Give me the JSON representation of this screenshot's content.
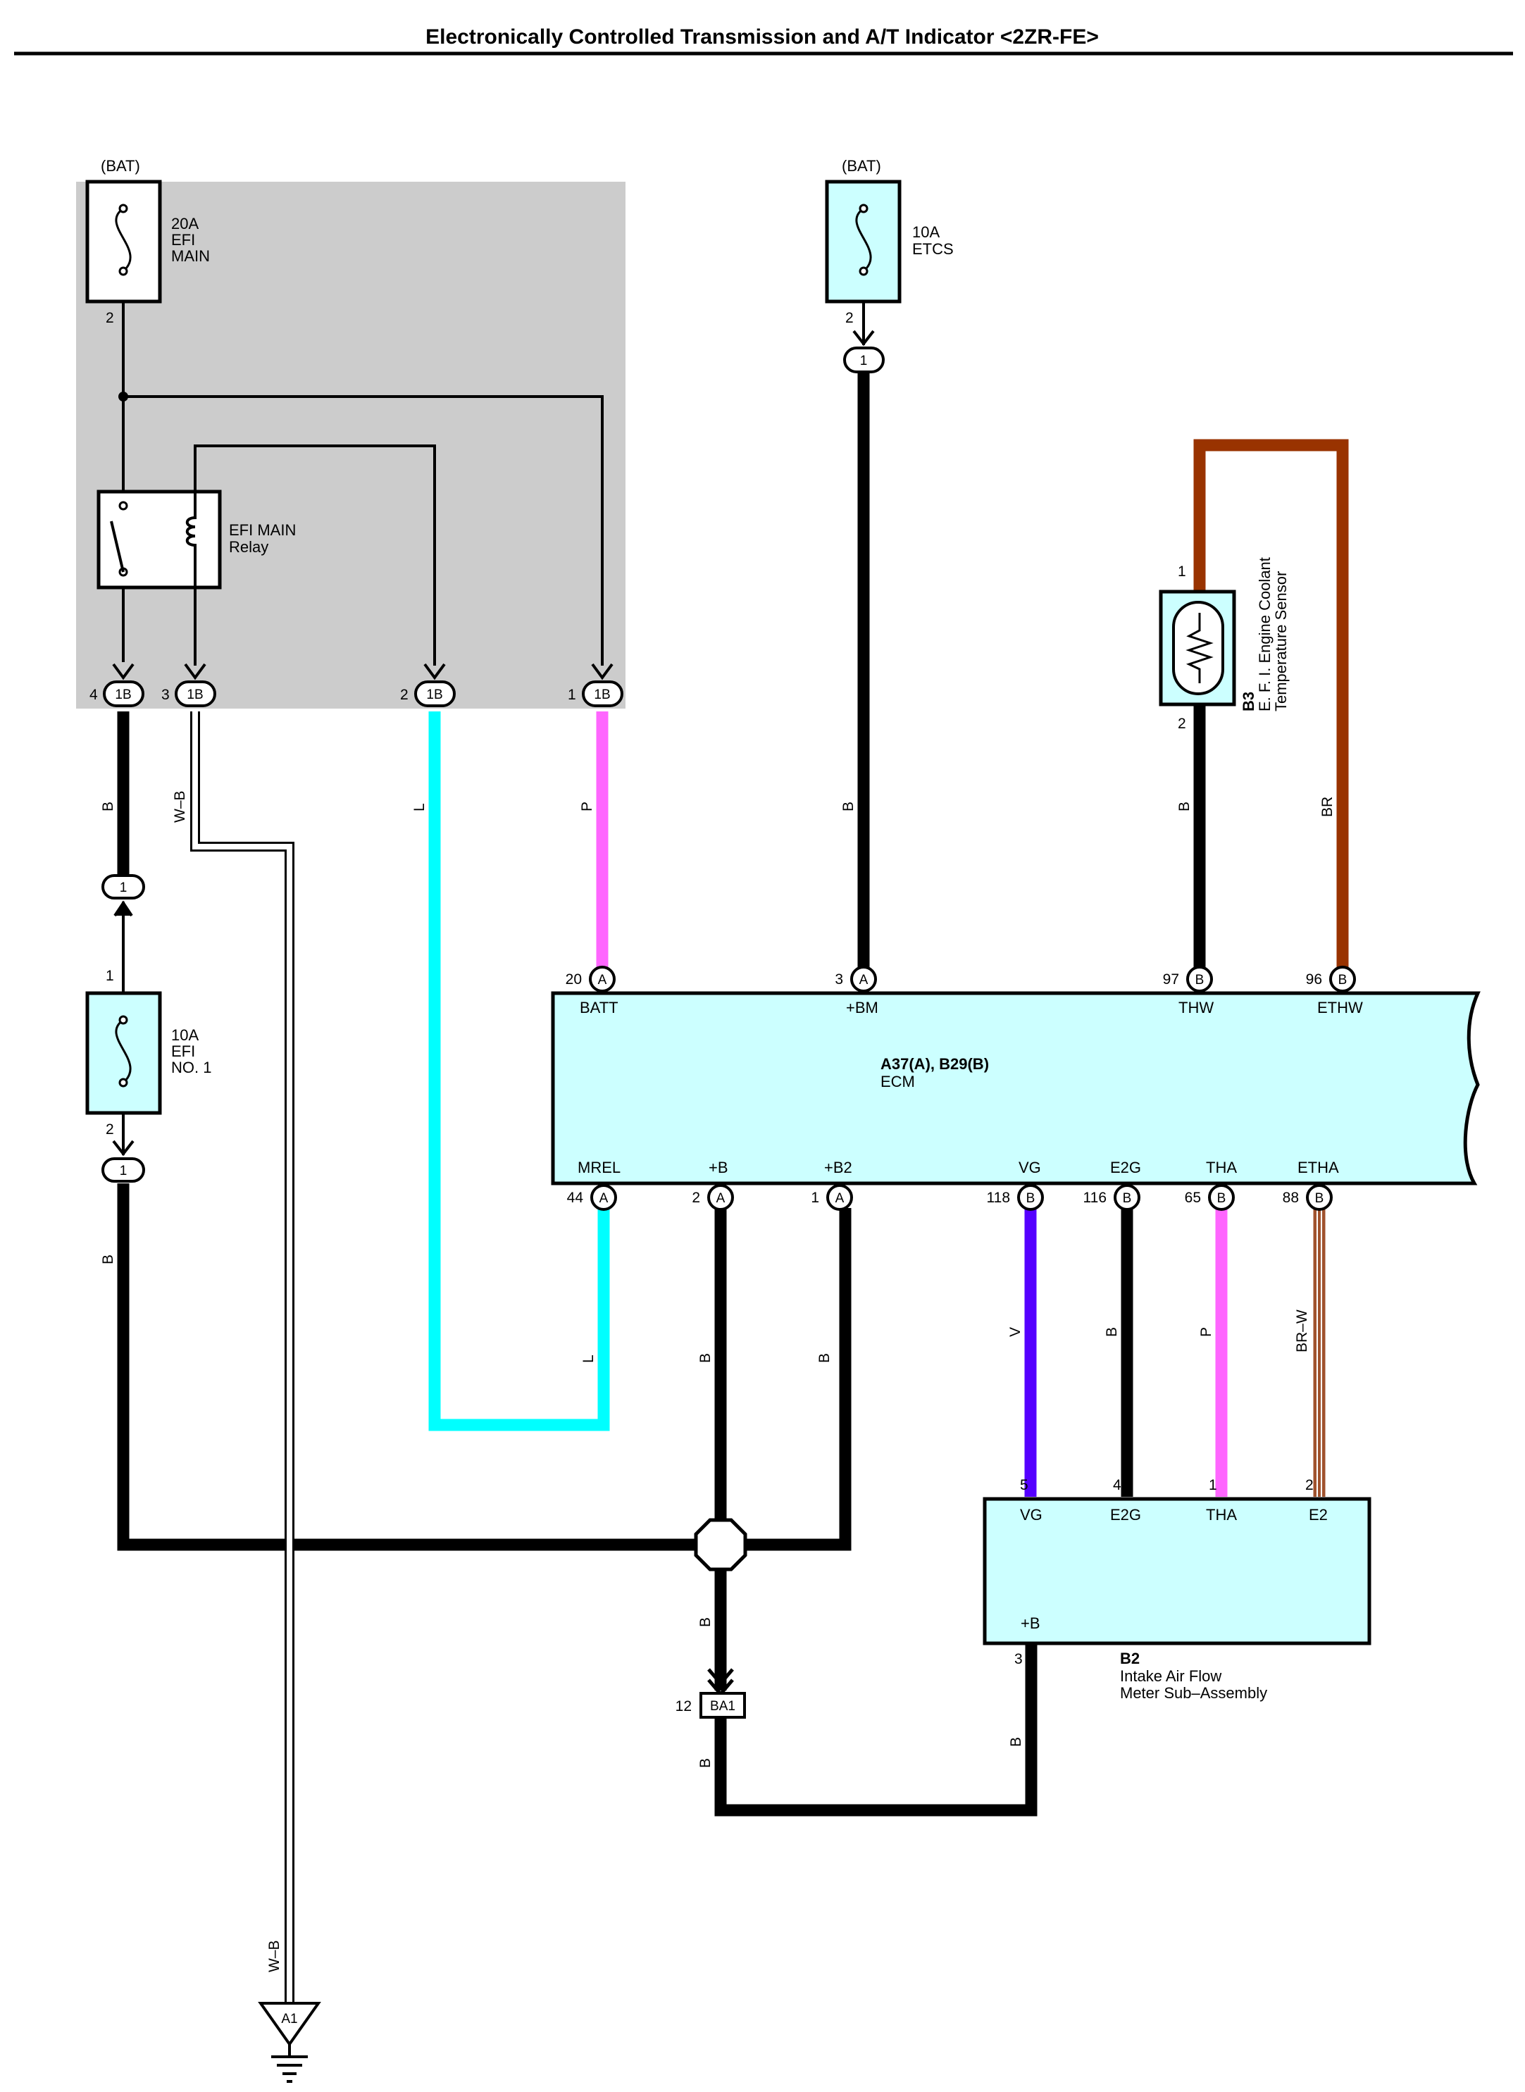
{
  "title": "Electronically Controlled Transmission and A/T Indicator <2ZR-FE>",
  "colors": {
    "relay_box": "#cccccc",
    "component_fill": "#ccffff",
    "wire_B": "#000000",
    "wire_L": "#00ffff",
    "wire_P": "#ff66ff",
    "wire_BR": "#993300",
    "wire_V": "#5500ff",
    "wire_BR_W": "#a0522d",
    "wire_W_B": "#ffffff"
  },
  "labels": {
    "bat1": "(BAT)",
    "bat2": "(BAT)",
    "fuse_efi_main": [
      "20A",
      "EFI",
      "MAIN"
    ],
    "fuse_etcs": [
      "10A",
      "ETCS"
    ],
    "fuse_efi_no1": [
      "10A",
      "EFI",
      "NO. 1"
    ],
    "relay": [
      "EFI MAIN",
      "Relay"
    ],
    "sensor_code": "B3",
    "sensor_name": [
      "E. F. I.  Engine Coolant",
      "Temperature Sensor"
    ],
    "ecm_code": "A37(A), B29(B)",
    "ecm_name": "ECM",
    "maf_code": "B2",
    "maf_name": [
      "Intake Air Flow",
      "Meter Sub–Assembly"
    ],
    "ground": "A1",
    "junction_ba1": "BA1"
  },
  "ecm_terminals": {
    "top": [
      {
        "pin": "20",
        "conn": "A",
        "name": "BATT"
      },
      {
        "pin": "3",
        "conn": "A",
        "name": "+BM"
      },
      {
        "pin": "97",
        "conn": "B",
        "name": "THW"
      },
      {
        "pin": "96",
        "conn": "B",
        "name": "ETHW"
      }
    ],
    "bottom": [
      {
        "pin": "44",
        "conn": "A",
        "name": "MREL"
      },
      {
        "pin": "2",
        "conn": "A",
        "name": "+B"
      },
      {
        "pin": "1",
        "conn": "A",
        "name": "+B2"
      },
      {
        "pin": "118",
        "conn": "B",
        "name": "VG"
      },
      {
        "pin": "116",
        "conn": "B",
        "name": "E2G"
      },
      {
        "pin": "65",
        "conn": "B",
        "name": "THA"
      },
      {
        "pin": "88",
        "conn": "B",
        "name": "ETHA"
      }
    ]
  },
  "maf_terminals": [
    {
      "pin": "5",
      "name": "VG"
    },
    {
      "pin": "4",
      "name": "E2G"
    },
    {
      "pin": "1",
      "name": "THA"
    },
    {
      "pin": "2",
      "name": "E2"
    },
    {
      "pin": "3",
      "name": "+B"
    }
  ],
  "relay_connectors": [
    {
      "pin": "4",
      "conn": "1B"
    },
    {
      "pin": "3",
      "conn": "1B"
    },
    {
      "pin": "2",
      "conn": "1B"
    },
    {
      "pin": "1",
      "conn": "1B"
    }
  ],
  "pins": {
    "efi_main_out": "2",
    "etcs_out": "2",
    "etcs_conn": "1",
    "efi_no1_in": "1",
    "efi_no1_out": "2",
    "inline_conn_1": "1",
    "inline_conn_2": "1",
    "sensor_pin1": "1",
    "sensor_pin2": "2",
    "ba1_pin": "12"
  },
  "wire_codes": {
    "relay4": "B",
    "relay3": "W–B",
    "relay2": "L",
    "relay1": "P",
    "etcs": "B",
    "thw": "B",
    "ethw": "BR",
    "efi_no1_out": "B",
    "mrel": "L",
    "plus_b": "B",
    "plus_b2": "B",
    "vg": "V",
    "e2g": "B",
    "tha": "P",
    "etha": "BR–W",
    "ba1_in": "B",
    "ba1_out": "B",
    "maf_b": "B",
    "ground": "W–B"
  }
}
